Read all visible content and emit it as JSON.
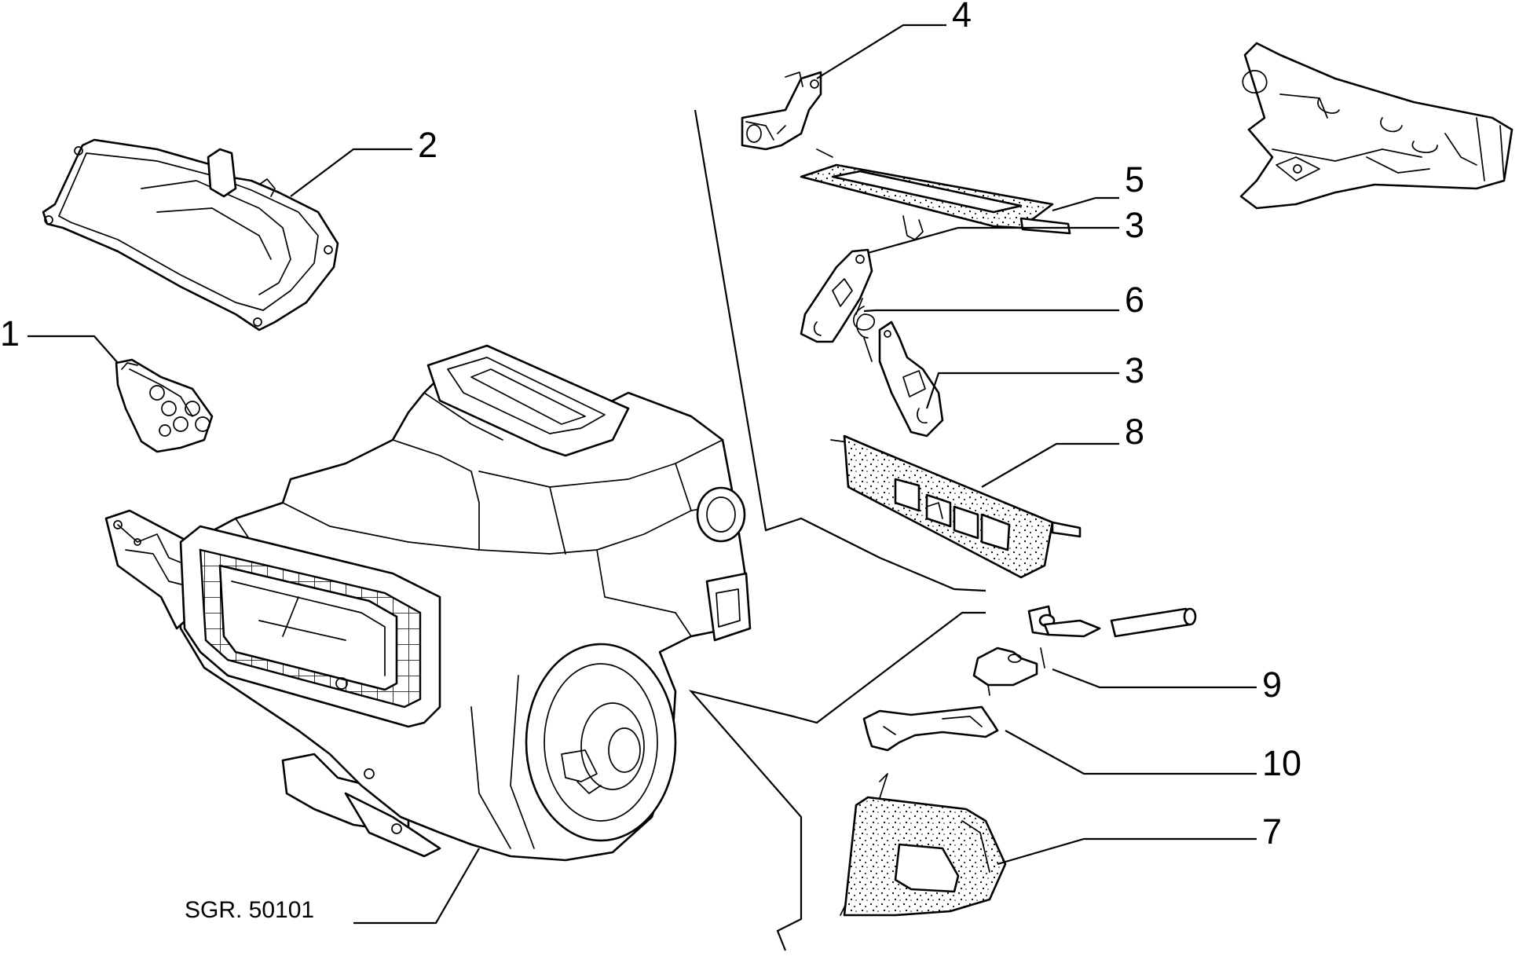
{
  "diagram": {
    "reference": "SGR. 50101",
    "callouts": [
      {
        "id": "c1",
        "label": "1"
      },
      {
        "id": "c2",
        "label": "2"
      },
      {
        "id": "c3a",
        "label": "3"
      },
      {
        "id": "c3b",
        "label": "3"
      },
      {
        "id": "c4",
        "label": "4"
      },
      {
        "id": "c5",
        "label": "5"
      },
      {
        "id": "c6",
        "label": "6"
      },
      {
        "id": "c7",
        "label": "7"
      },
      {
        "id": "c8",
        "label": "8"
      },
      {
        "id": "c9",
        "label": "9"
      },
      {
        "id": "c10",
        "label": "10"
      }
    ]
  }
}
